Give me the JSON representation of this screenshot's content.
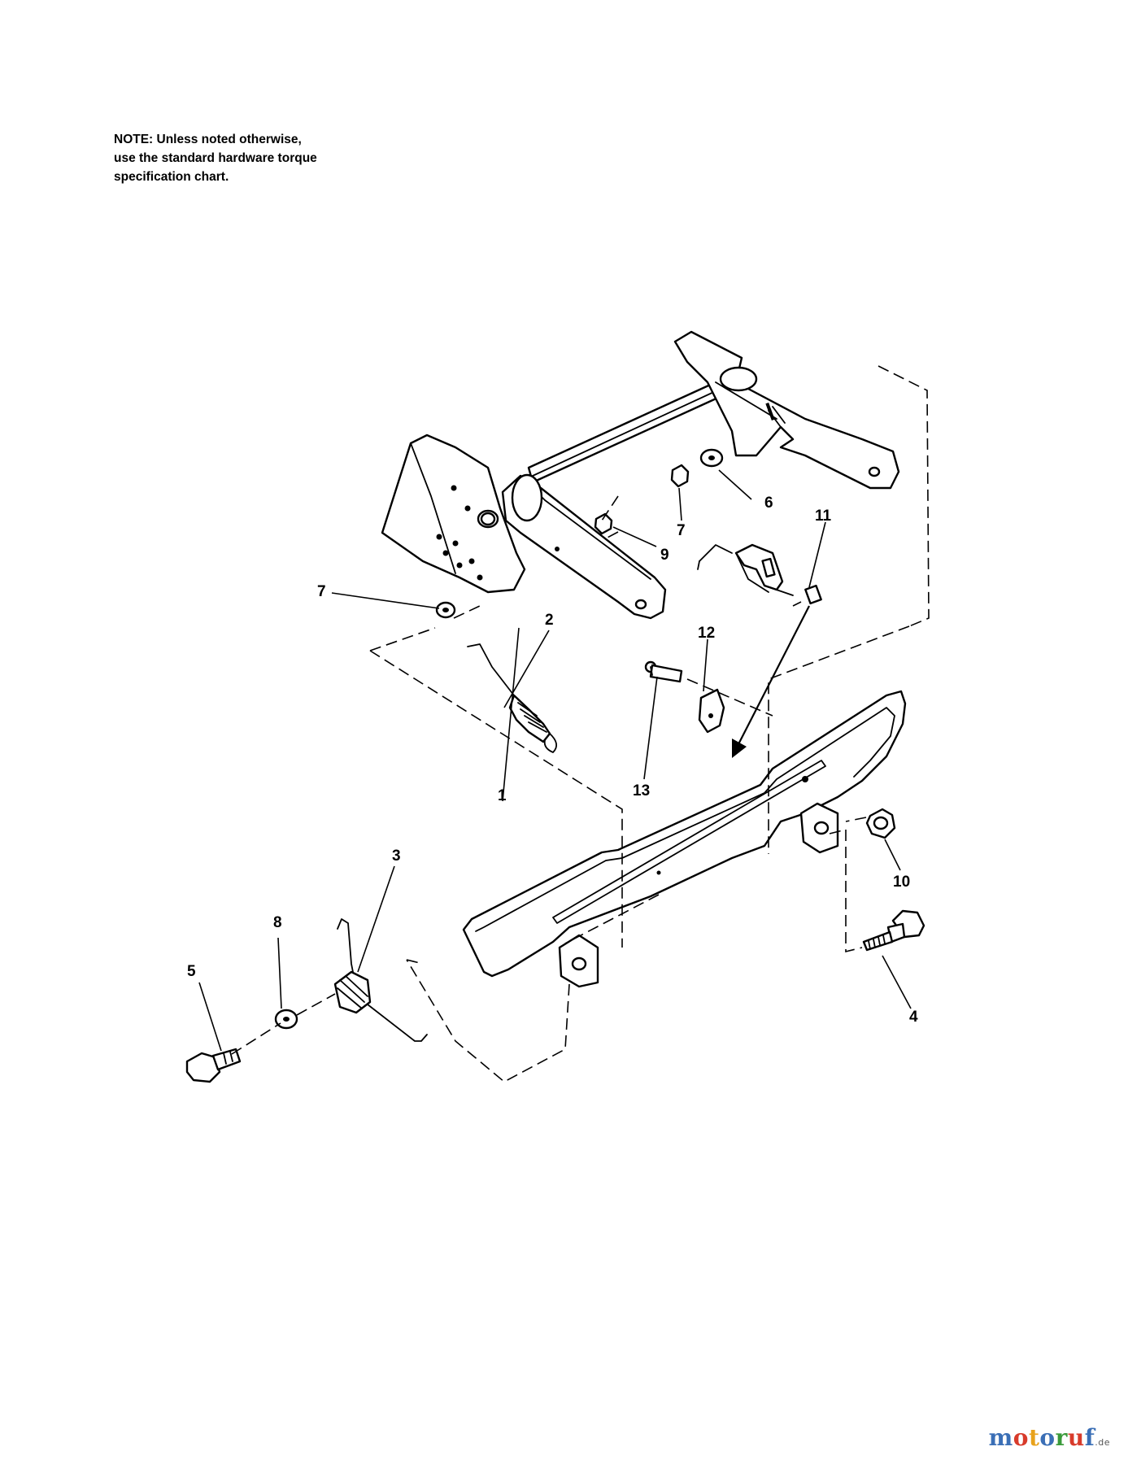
{
  "note": {
    "line1": "NOTE: Unless noted otherwise,",
    "line2": "use the standard hardware torque",
    "line3": "specification chart."
  },
  "callouts": [
    "1",
    "2",
    "3",
    "4",
    "5",
    "6",
    "7",
    "7",
    "8",
    "9",
    "10",
    "11",
    "12",
    "13"
  ],
  "watermark": {
    "letters": [
      "m",
      "o",
      "t",
      "o",
      "r",
      "u",
      "f"
    ],
    "colors": [
      "#3b6fb6",
      "#d83b2b",
      "#e8a21c",
      "#3b6fb6",
      "#3a9a3a",
      "#d83b2b",
      "#3b6fb6"
    ],
    "suffix": ".de"
  }
}
